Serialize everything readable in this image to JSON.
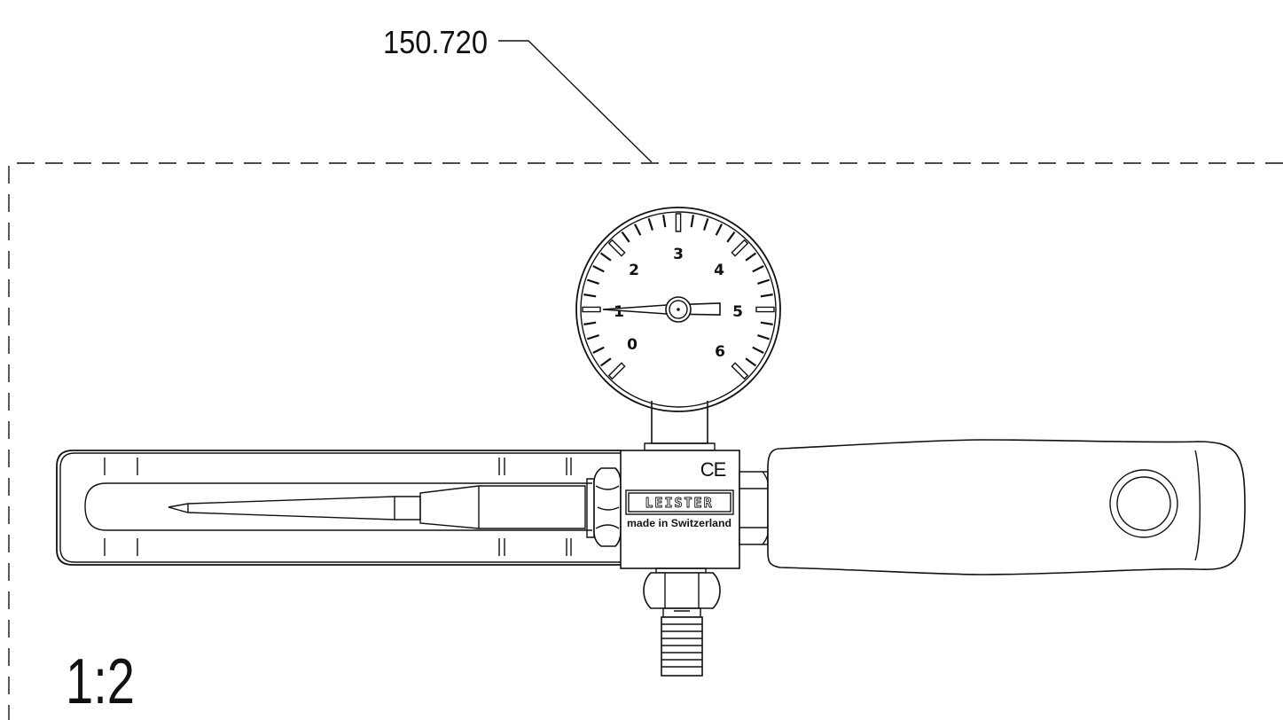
{
  "part_number": "150.720",
  "scale": "1:2",
  "gauge": {
    "numbers": [
      "0",
      "1",
      "2",
      "3",
      "4",
      "5",
      "6"
    ]
  },
  "marking": {
    "ce": "CE",
    "brand": "LEISTER",
    "origin": "made in Switzerland"
  }
}
